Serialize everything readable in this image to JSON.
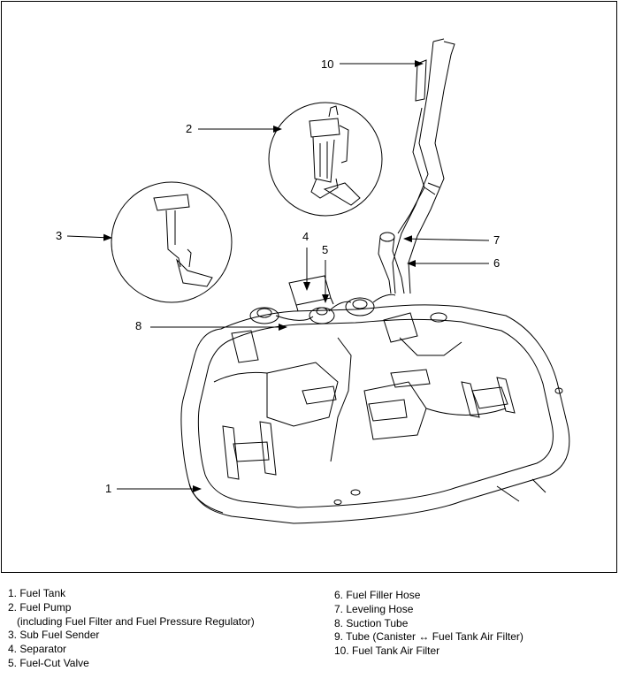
{
  "callouts": {
    "c1": "1",
    "c2": "2",
    "c3": "3",
    "c4": "4",
    "c5": "5",
    "c6": "6",
    "c7": "7",
    "c8": "8",
    "c10": "10"
  },
  "legend": {
    "left": [
      "1. Fuel Tank",
      "2. Fuel Pump",
      "(including Fuel Filter and Fuel Pressure Regulator)",
      "3. Sub Fuel Sender",
      "4. Separator",
      "5. Fuel-Cut Valve"
    ],
    "right": [
      "6. Fuel Filler Hose",
      "7. Leveling Hose",
      "8. Suction Tube",
      "9. Tube (Canister ↔ Fuel Tank Air Filter)",
      "10. Fuel Tank Air Filter"
    ]
  }
}
